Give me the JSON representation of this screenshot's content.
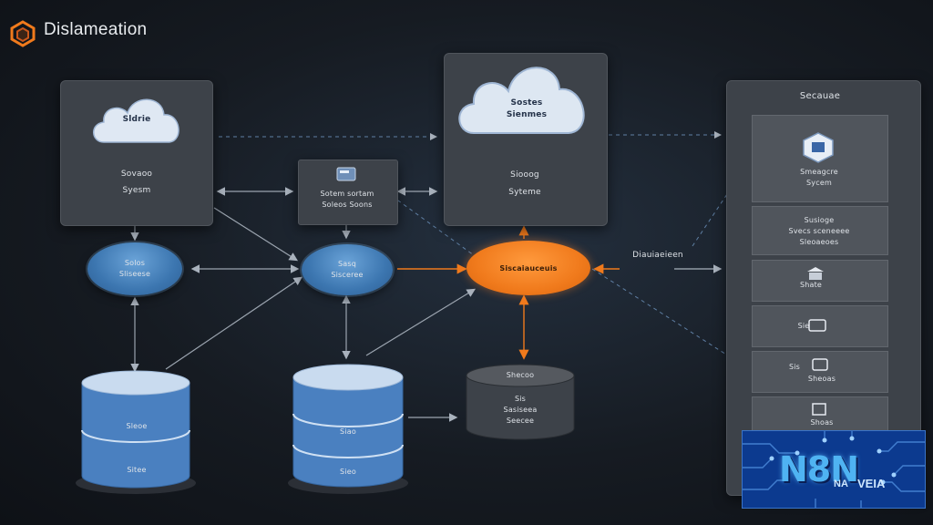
{
  "header": {
    "title": "Dislameation"
  },
  "left_panel": {
    "cloud_label": "Sldrie",
    "body_line_1": "Sovaoo",
    "body_line_2": "Syesm"
  },
  "center_small_panel": {
    "line_1": "Sotem sortam",
    "line_2": "Soleos Soons"
  },
  "top_cloud_panel": {
    "cloud_line_1": "Sostes",
    "cloud_line_2": "Sienmes",
    "body_line_1": "Siooog",
    "body_line_2": "Syteme"
  },
  "bubbles": {
    "left_line_1": "Solos",
    "left_line_2": "Sliseese",
    "middle_line_1": "Sasq",
    "middle_line_2": "Sisceree",
    "orange": "Siscaiauceuis"
  },
  "flow_label": "Diauiaeieen",
  "right_panel": {
    "header": "Secauae",
    "card_1_line_1": "Smeagcre",
    "card_1_line_2": "Sycem",
    "card_2_line_1": "Susioge",
    "card_2_line_2": "Svecs sceneeee",
    "card_2_line_3": "Sleoaeoes",
    "card_3_label": "Shate",
    "card_4_label": "Sie",
    "card_5_line_1": "Sis",
    "card_5_line_2": "Sheoas",
    "card_6_label": "Shoas"
  },
  "databases": {
    "db1_label_1": "Sleoe",
    "db1_label_2": "Sitee",
    "db2_label_1": "Siao",
    "db2_label_2": "Sieo",
    "db3_top": "Shecoo",
    "db3_line_1": "Sis",
    "db3_line_2": "Sasiseea",
    "db3_line_3": "Seecee"
  },
  "badge": {
    "main": "N8N",
    "sub_a": "NA",
    "sub_b": "VEIA"
  },
  "colors": {
    "panel": "#3d4249",
    "blue_bubble": "#3c76b0",
    "orange_bubble": "#f07a1c",
    "db_blue": "#4a80c0",
    "badge_bg": "#0c3a8f"
  }
}
